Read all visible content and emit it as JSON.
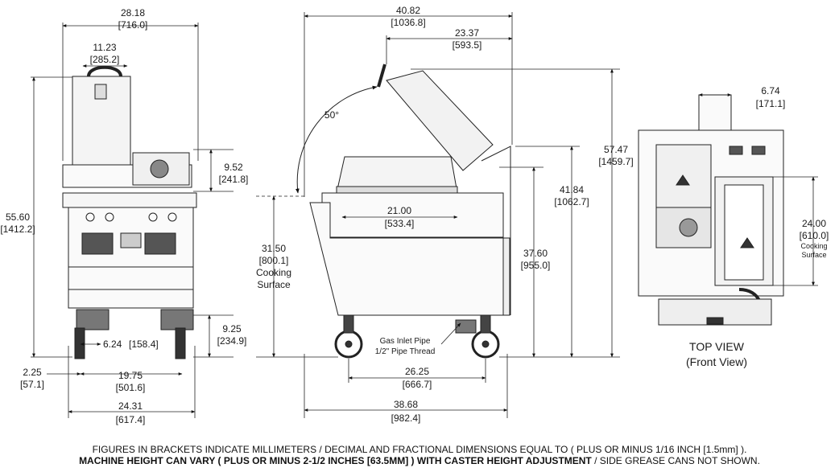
{
  "front_view": {
    "overall_width": {
      "in": "28.18",
      "mm": "[716.0]"
    },
    "hood_width": {
      "in": "11.23",
      "mm": "[285.2]"
    },
    "overall_height": {
      "in": "55.60",
      "mm": "[1412.2]"
    },
    "knob_height": {
      "in": "9.52",
      "mm": "[241.8]"
    },
    "base_height": {
      "in": "9.25",
      "mm": "[234.9]"
    },
    "caster_offset": {
      "in": "6.24",
      "mm": "[158.4]"
    },
    "caster_edge": {
      "in": "2.25",
      "mm": "[57.1]"
    },
    "caster_span": {
      "in": "19.75",
      "mm": "[501.6]"
    },
    "base_width": {
      "in": "24.31",
      "mm": "[617.4]"
    }
  },
  "side_view": {
    "overall_depth": {
      "in": "40.82",
      "mm": "[1036.8]"
    },
    "hood_depth": {
      "in": "23.37",
      "mm": "[593.5]"
    },
    "angle": "50°",
    "platen_width": {
      "in": "21.00",
      "mm": "[533.4]"
    },
    "cooking_surface": {
      "in": "31.50",
      "mm": "[800.1]",
      "label1": "Cooking",
      "label2": "Surface"
    },
    "overall_height": {
      "in": "57.47",
      "mm": "[1459.7]"
    },
    "hood_height": {
      "in": "41.84",
      "mm": "[1062.7]"
    },
    "cabinet_height": {
      "in": "37.60",
      "mm": "[955.0]"
    },
    "gas_label1": "Gas Inlet Pipe",
    "gas_label2": "1/2\" Pipe Thread",
    "wheel_span": {
      "in": "26.25",
      "mm": "[666.7]"
    },
    "base_depth": {
      "in": "38.68",
      "mm": "[982.4]"
    }
  },
  "top_view": {
    "offset": {
      "in": "6.74",
      "mm": "[171.1]"
    },
    "surface_depth": {
      "in": "24.00",
      "mm": "[610.0]",
      "label1": "Cooking",
      "label2": "Surface"
    },
    "title": "TOP VIEW",
    "subtitle": "(Front View)"
  },
  "footer": {
    "line1": "FIGURES IN BRACKETS INDICATE MILLIMETERS / DECIMAL AND FRACTIONAL DIMENSIONS EQUAL TO ( PLUS OR MINUS 1/16 INCH [1.5mm] ).",
    "line2_bold": "MACHINE HEIGHT CAN VARY ( PLUS OR MINUS 2-1/2  INCHES [63.5MM] ) WITH CASTER HEIGHT ADJUSTMENT",
    "line2_rest": " / SIDE GREASE CANS NOT SHOWN."
  }
}
